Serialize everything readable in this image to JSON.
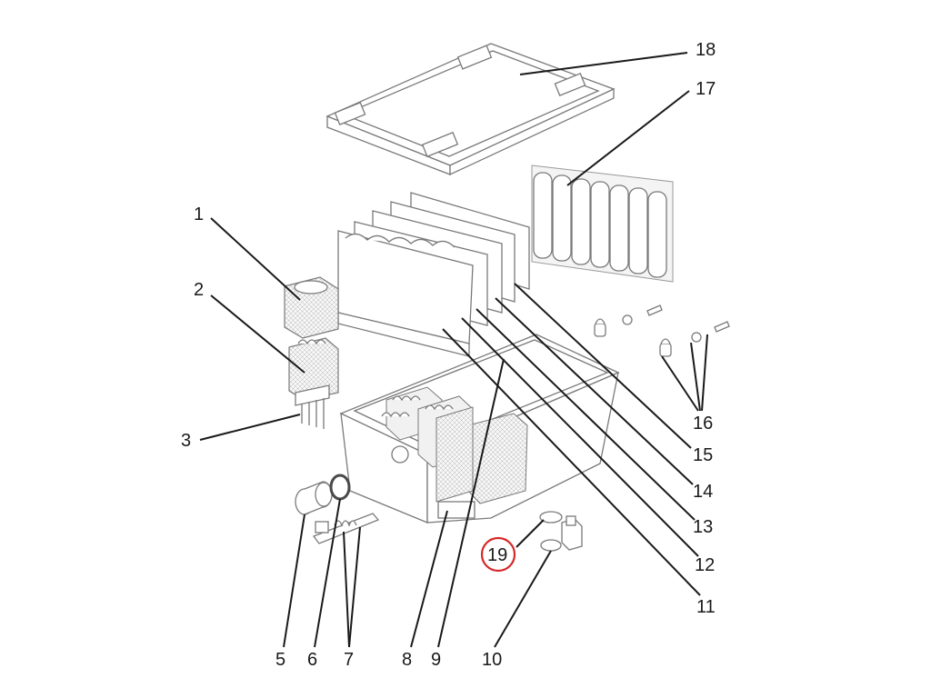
{
  "callouts": {
    "c1": "1",
    "c2": "2",
    "c3": "3",
    "c5": "5",
    "c6": "6",
    "c7": "7",
    "c8": "8",
    "c9": "9",
    "c10": "10",
    "c11": "11",
    "c12": "12",
    "c13": "13",
    "c14": "14",
    "c15": "15",
    "c16": "16",
    "c17": "17",
    "c18": "18",
    "c19": "19"
  },
  "colors": {
    "highlight": "#d62828",
    "line": "#1a1a1a",
    "part": "#7a7a7a"
  }
}
